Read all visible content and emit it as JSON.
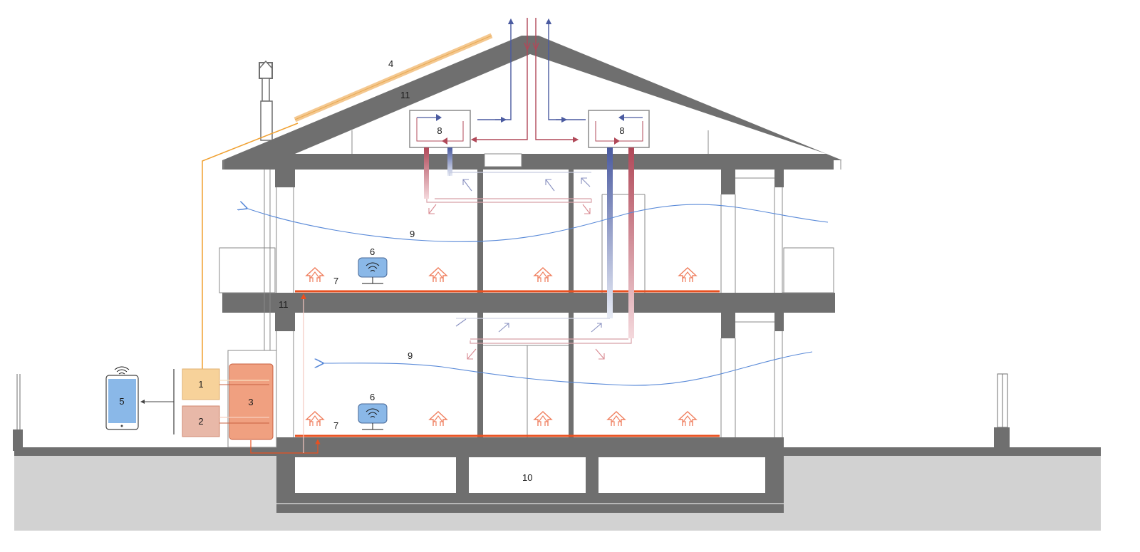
{
  "labels": {
    "control_unit": "1",
    "heat_pump": "2",
    "storage_tank": "3",
    "solar_panel": "4",
    "tablet": "5",
    "thermostat_upper": "6",
    "thermostat_lower": "6",
    "floor_heating_upper": "7",
    "floor_heating_lower": "7",
    "ventilation_unit_left": "8",
    "ventilation_unit_right": "8",
    "airflow_upper": "9",
    "airflow_lower": "9",
    "basement": "10",
    "insulation_roof": "11",
    "insulation_slab": "11"
  },
  "colors": {
    "structure": "#6f6f6f",
    "ground": "#d2d2d2",
    "solar_line": "#f0a030",
    "control_unit": "#f7d29a",
    "heat_pump": "#e8b8a8",
    "storage_tank": "#f0a080",
    "supply_air": "#b04858",
    "exhaust_air": "#4a5aa0",
    "airflow": "#5a8ad8",
    "floor_heating": "#e85020",
    "thermostat": "#8ab8e8",
    "tablet": "#8ab8e8"
  }
}
